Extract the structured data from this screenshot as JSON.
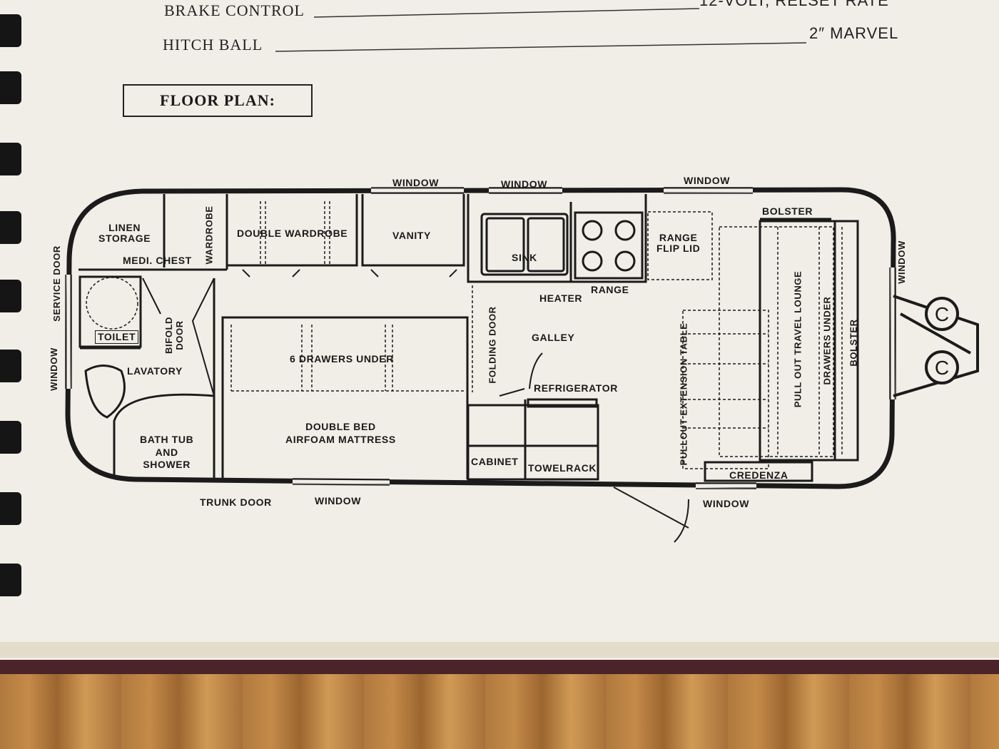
{
  "specs": {
    "brake_control_label": "BRAKE CONTROL",
    "brake_control_value": "12-VOLT, RELSET RATE",
    "hitch_ball_label": "HITCH BALL",
    "hitch_ball_value": "2″ MARVEL"
  },
  "heading": "FLOOR PLAN:",
  "labels": {
    "window_top_1": "WINDOW",
    "window_top_2": "WINDOW",
    "window_top_3": "WINDOW",
    "bolster_top": "BOLSTER",
    "linen_storage": "LINEN\nSTORAGE",
    "medi_chest": "MEDI. CHEST",
    "wardrobe": "WARDROBE",
    "double_wardrobe": "DOUBLE WARDROBE",
    "vanity": "VANITY",
    "sink": "SINK",
    "range_flip_lid": "RANGE\nFLIP LID",
    "heater": "HEATER",
    "range": "RANGE",
    "service_door": "SERVICE DOOR",
    "window_left": "WINDOW",
    "toilet": "TOILET",
    "bifold_door": "BIFOLD\nDOOR",
    "lavatory": "LAVATORY",
    "bath_tub_and_shower": "BATH TUB\nAND\nSHOWER",
    "six_drawers_under": "6 DRAWERS UNDER",
    "double_bed": "DOUBLE BED\nAIRFOAM MATTRESS",
    "folding_door": "FOLDING DOOR",
    "galley": "GALLEY",
    "refrigerator": "REFRIGERATOR",
    "cabinet": "CABINET",
    "towelrack": "TOWELRACK",
    "pullout_extension_table": "PULLOUT EXTENSION TABLE",
    "pull_out_travel_lounge": "PULL OUT TRAVEL LOUNGE",
    "drawers_under": "DRAWERS UNDER",
    "bolster_right": "BOLSTER",
    "window_right": "WINDOW",
    "credenza": "CREDENZA",
    "trunk_door": "TRUNK DOOR",
    "window_bottom_1": "WINDOW",
    "window_bottom_2": "WINDOW"
  }
}
